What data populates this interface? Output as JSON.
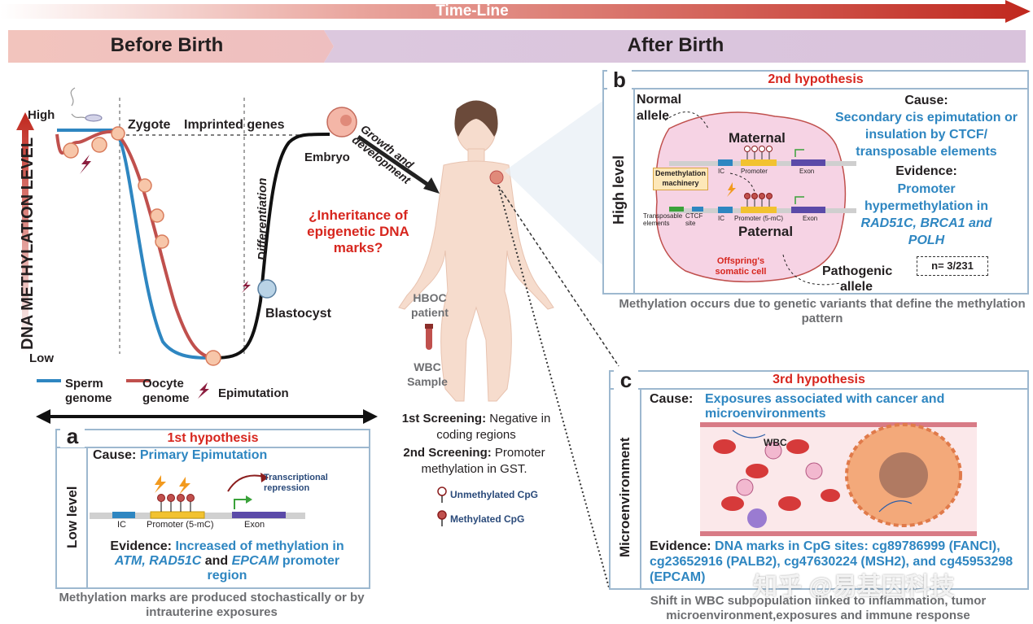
{
  "timeline": {
    "title": "Time-Line"
  },
  "phases": {
    "before": "Before Birth",
    "after": "After Birth"
  },
  "curve": {
    "ylabel": "DNA METHYLATION LEVEL",
    "high": "High",
    "low": "Low",
    "zygote": "Zygote",
    "imprinted": "Imprinted genes",
    "embryo": "Embryo",
    "differentiation": "Differentiation",
    "blastocyst": "Blastocyst",
    "growth": "Growth and development",
    "question": "¿Inheritance of epigenetic DNA marks?",
    "legend": {
      "sperm": "Sperm genome",
      "oocyte": "Oocyte genome",
      "epimutation": "Epimutation"
    },
    "colors": {
      "sperm": "#2e86c1",
      "oocyte": "#c0504d",
      "epimutation": "#8b1e3f"
    }
  },
  "patient": {
    "hboc": "HBOC patient",
    "wbc": "WBC Sample",
    "screening1_label": "1st Screening:",
    "screening1_text": "Negative in coding regions",
    "screening2_label": "2nd Screening:",
    "screening2_text": "Promoter methylation in GST.",
    "unmethylated": "Unmethylated CpG",
    "methylated": "Methylated CpG"
  },
  "panel_a": {
    "letter": "a",
    "title": "1st hypothesis",
    "side": "Low level",
    "cause_label": "Cause:",
    "cause": "Primary Epimutation",
    "repression": "Transcriptional repression",
    "ic": "IC",
    "promoter": "Promoter (5-mC)",
    "exon": "Exon",
    "evidence_label": "Evidence:",
    "evidence_1": "Increased of methylation in",
    "evidence_2a": "ATM, RAD51C",
    "evidence_2b": "and",
    "evidence_2c": "EPCAM",
    "evidence_2d": "promoter",
    "evidence_3": "region",
    "caption": "Methylation marks are produced stochastically or by intrauterine exposures"
  },
  "panel_b": {
    "letter": "b",
    "title": "2nd hypothesis",
    "side": "High level",
    "normal_allele": "Normal allele",
    "maternal": "Maternal",
    "paternal": "Paternal",
    "pathogenic": "Pathogenic allele",
    "offspring": "Offspring's somatic cell",
    "demethylation": "Demethylation machinery",
    "transposable": "Transposable elements",
    "ctcf": "CTCF site",
    "ic": "IC",
    "promoter": "Promoter",
    "promoter_5mc": "Promoter (5-mC)",
    "exon": "Exon",
    "cause_label": "Cause:",
    "cause": "Secondary cis epimutation or insulation by CTCF/ transposable elements",
    "evidence_label": "Evidence:",
    "evidence_1": "Promoter hypermethylation in",
    "evidence_2": "RAD51C, BRCA1 and POLH",
    "n": "n= 3/231",
    "caption": "Methylation occurs due to genetic variants that define the methylation pattern"
  },
  "panel_c": {
    "letter": "c",
    "title": "3rd hypothesis",
    "side": "Microenvironment",
    "cause_label": "Cause:",
    "cause": "Exposures associated with cancer and microenvironments",
    "wbc": "WBC",
    "evidence_label": "Evidence:",
    "evidence_text": "DNA marks in CpG sites: cg89786999 (FANCI), cg23652916 (PALB2), cg47630224 (MSH2), and cg45953298 (EPCAM)",
    "caption": "Shift in WBC subpopulation linked to inflammation, tumor microenvironment,exposures and immune response"
  },
  "watermark": "知乎 @易基因科技"
}
